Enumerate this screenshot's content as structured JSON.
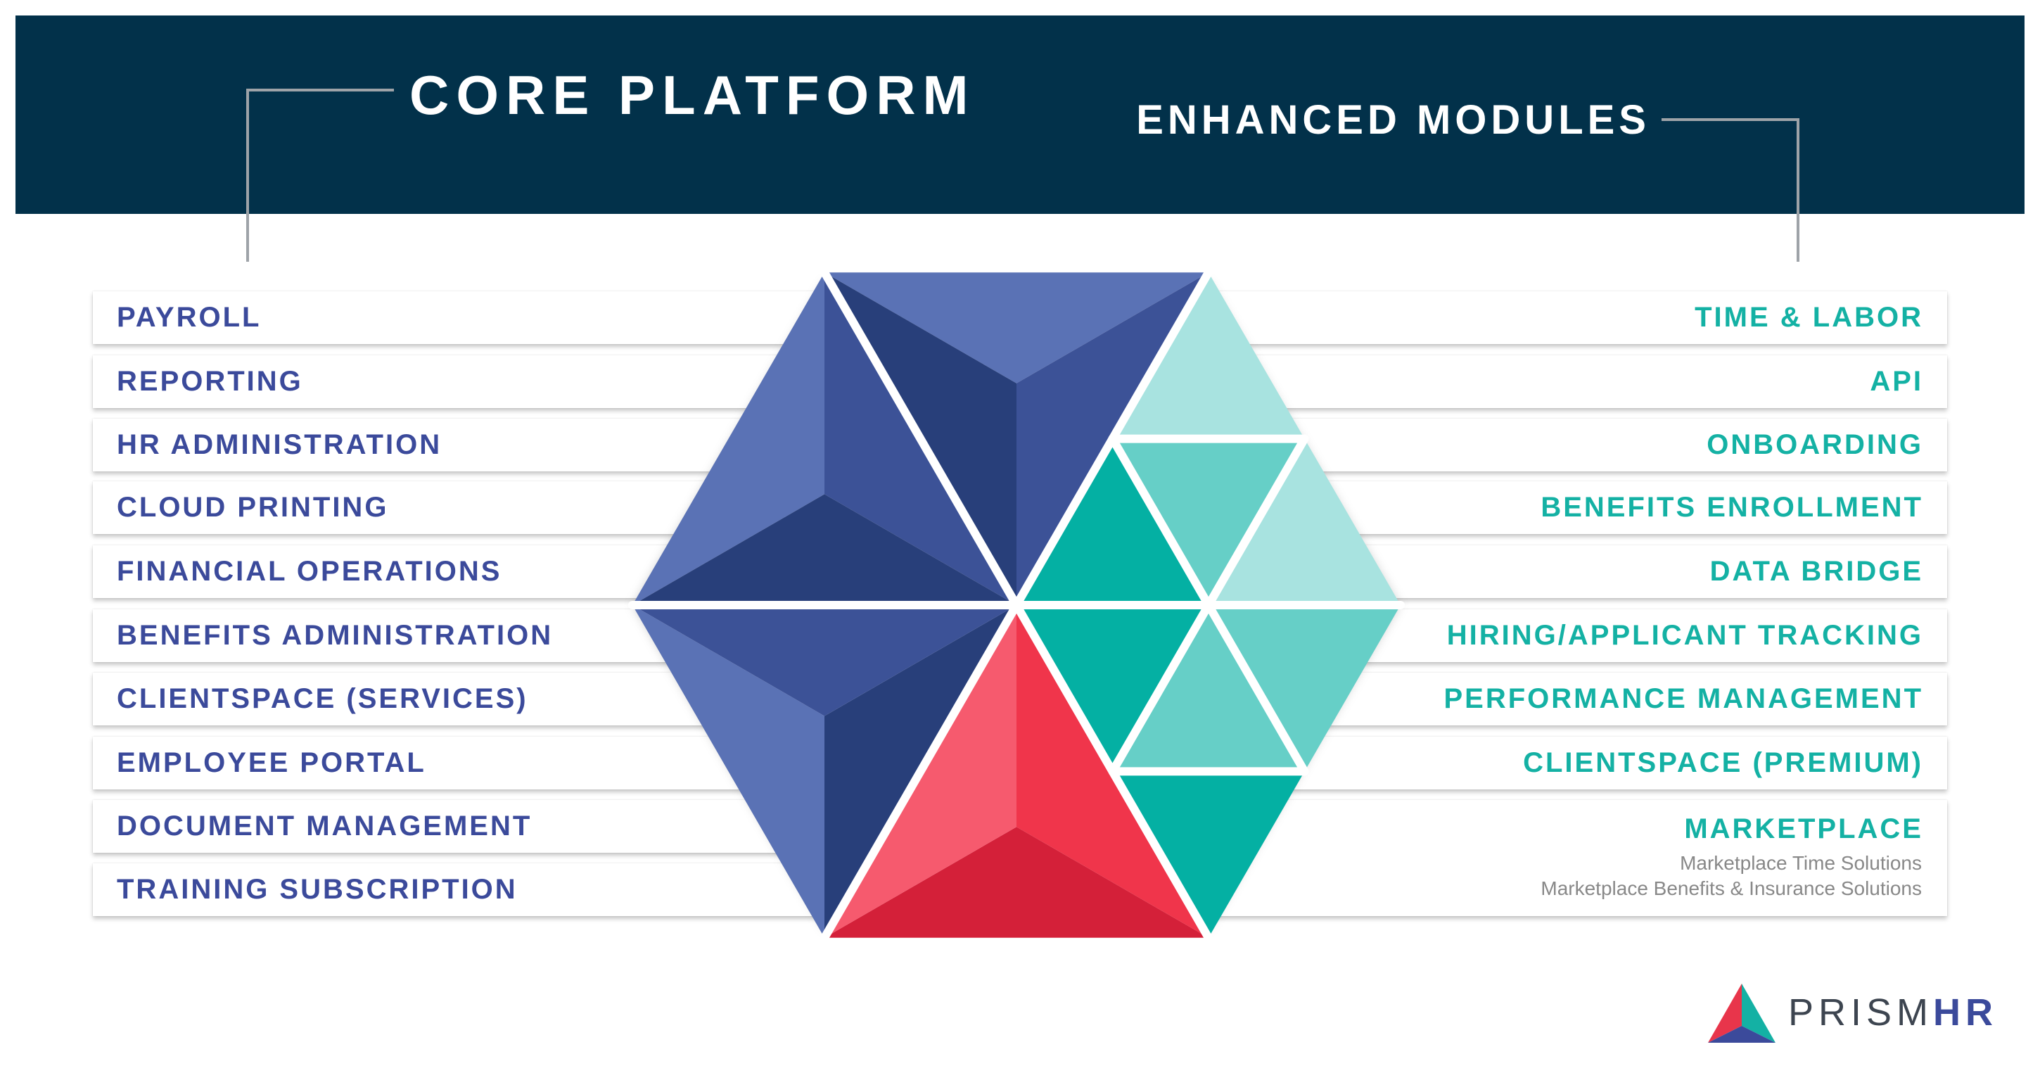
{
  "header": {
    "core_title": "CORE PLATFORM",
    "enhanced_title": "ENHANCED MODULES",
    "background": "#02314a"
  },
  "core_modules": [
    "PAYROLL",
    "REPORTING",
    "HR ADMINISTRATION",
    "CLOUD PRINTING",
    "FINANCIAL OPERATIONS",
    "BENEFITS ADMINISTRATION",
    "CLIENTSPACE (SERVICES)",
    "EMPLOYEE PORTAL",
    "DOCUMENT MANAGEMENT",
    "TRAINING SUBSCRIPTION"
  ],
  "enhanced_modules": [
    "TIME & LABOR",
    "API",
    "ONBOARDING",
    "BENEFITS ENROLLMENT",
    "DATA BRIDGE",
    "HIRING/APPLICANT TRACKING",
    "PERFORMANCE MANAGEMENT",
    "CLIENTSPACE (PREMIUM)",
    "MARKETPLACE"
  ],
  "marketplace_items": [
    "Marketplace Time Solutions",
    "Marketplace Benefits & Insurance Solutions"
  ],
  "logo": {
    "prism": "PRISM",
    "hr": "HR"
  },
  "colors": {
    "core_text": "#3b4a9b",
    "enhanced_text": "#14b1a4",
    "blue_light": "#5a72b5",
    "blue_mid": "#3c5297",
    "blue_dark": "#283f7a",
    "red_light": "#f65a6e",
    "red_mid": "#f0354b",
    "red_dark": "#d42039",
    "teal_light": "#a8e3e0",
    "teal_mid": "#66cfc7",
    "teal_dark": "#04b0a3"
  }
}
